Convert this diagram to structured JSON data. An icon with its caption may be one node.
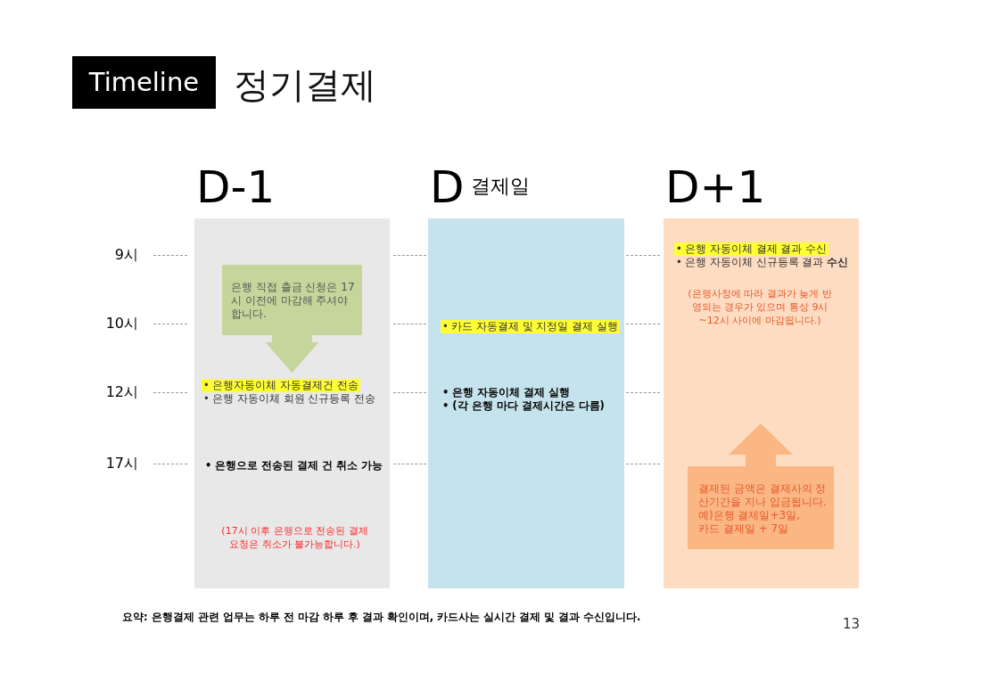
{
  "diagram": {
    "title": "정기결제",
    "caption": "요약: 은행결제 관련 업무는 하루 전 마감 하루 후 결과 확인이며, 카드사는 실시간 결제 및 결과 수신입니다.",
    "nodes": [
      {
        "text": [
          "Timeline"
        ]
      },
      {
        "text": [
          "D-1",
          "•  은행자동이체 자동결제건 전송",
          "•  은행 자동이체 회원 신규등록 전송",
          "•  은행으로 전송된 결제 건 취소 가능",
          "(17시 이후 은행으로 전송된 결제요청은 취소가 불가능합니다.)"
        ]
      },
      {
        "text": [
          "은행 직접 출금 신청은 17시 이전에 마감해 주셔야 합니다."
        ],
        "in": 1
      },
      {
        "text": [
          "D",
          "결제일",
          "•  카드 자동결제 및 지정일 결제 실행",
          "•  은행 자동이체 결제 실행",
          "•  (각 은행 마다 결제시간은 다름)"
        ]
      },
      {
        "text": [
          "D+1",
          "•  은행 자동이체 결제 결과 수신",
          "•  은행 자동이체 신규등록 결과 **수신**",
          "(은행사정에 따라 결과가 늦게 반영되는 경우가 있으며 통상 9시~12시 사이에 마감됩니다.)"
        ]
      },
      {
        "text": [
          "결제된 금액은 결제사의 정산기간을 지나 입금됩니다.",
          "예)은행 결제일+3일,",
          "카드 결제일 + 7일"
        ],
        "in": 4
      }
    ],
    "edges": [],
    "labels": [
      "9시",
      "10시",
      "12시",
      "17시",
      "13"
    ]
  }
}
